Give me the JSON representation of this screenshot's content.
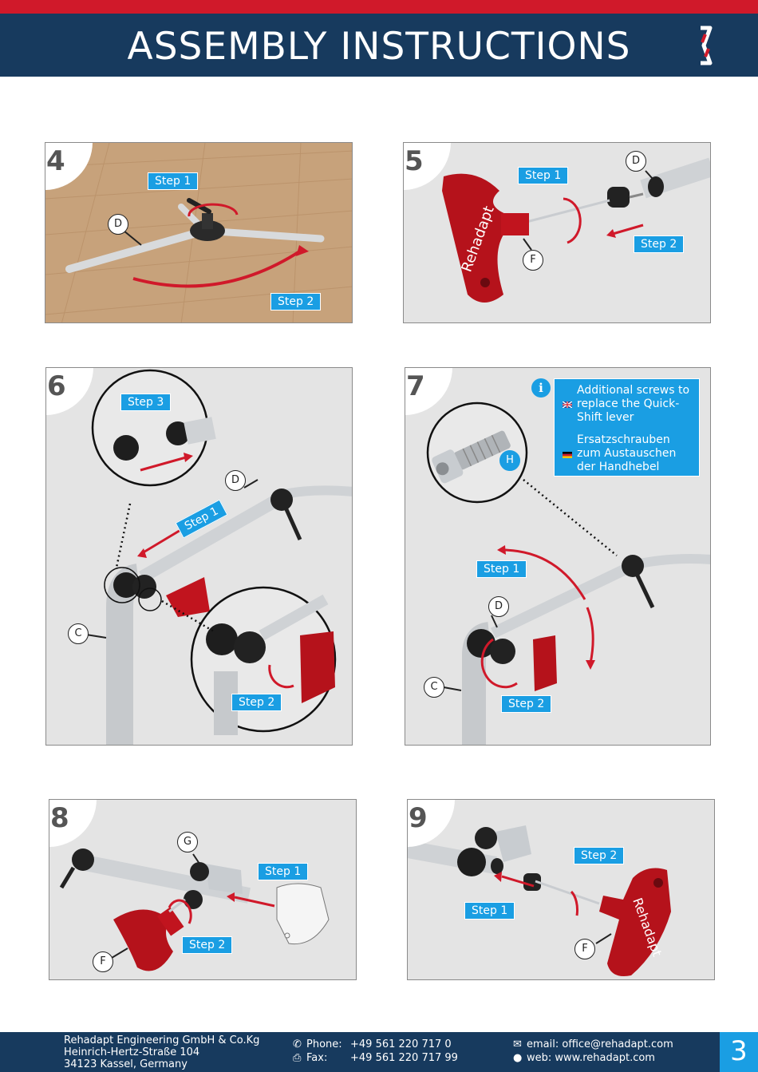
{
  "header": {
    "title": "ASSEMBLY  INSTRUCTIONS",
    "logo_icon": "rehadapt-chain-logo"
  },
  "panels": {
    "p4": {
      "number": "4",
      "steps": [
        "Step 1",
        "Step 2"
      ],
      "labels": [
        "D"
      ]
    },
    "p5": {
      "number": "5",
      "steps": [
        "Step 1",
        "Step 2"
      ],
      "labels": [
        "D",
        "F"
      ],
      "tool_brand": "Rehadapt"
    },
    "p6": {
      "number": "6",
      "steps": [
        "Step 3",
        "Step 1",
        "Step 2"
      ],
      "labels": [
        "D",
        "C"
      ]
    },
    "p7": {
      "number": "7",
      "steps": [
        "Step 1",
        "Step 2"
      ],
      "labels": [
        "H",
        "D",
        "C"
      ],
      "info_en": "Additional screws to replace the Quick-Shift lever",
      "info_de": "Ersatzschrauben zum Austauschen der Handhebel"
    },
    "p8": {
      "number": "8",
      "steps": [
        "Step 1",
        "Step 2"
      ],
      "labels": [
        "G",
        "F"
      ]
    },
    "p9": {
      "number": "9",
      "steps": [
        "Step 2",
        "Step 1"
      ],
      "labels": [
        "F"
      ]
    }
  },
  "footer": {
    "company": "Rehadapt Engineering GmbH & Co.Kg",
    "street": "Heinrich-Hertz-Straße 104",
    "city": "34123 Kassel, Germany",
    "phone_label": "Phone:",
    "phone": "+49 561 220 717 0",
    "fax_label": "Fax:",
    "fax": "+49 561 220 717 99",
    "email_label": "email:",
    "email": "office@rehadapt.com",
    "web_label": "web:",
    "web": "www.rehadapt.com",
    "page": "3"
  },
  "colors": {
    "brand_navy": "#173a5e",
    "brand_red": "#d0192a",
    "tag_blue": "#1a9ee3"
  }
}
